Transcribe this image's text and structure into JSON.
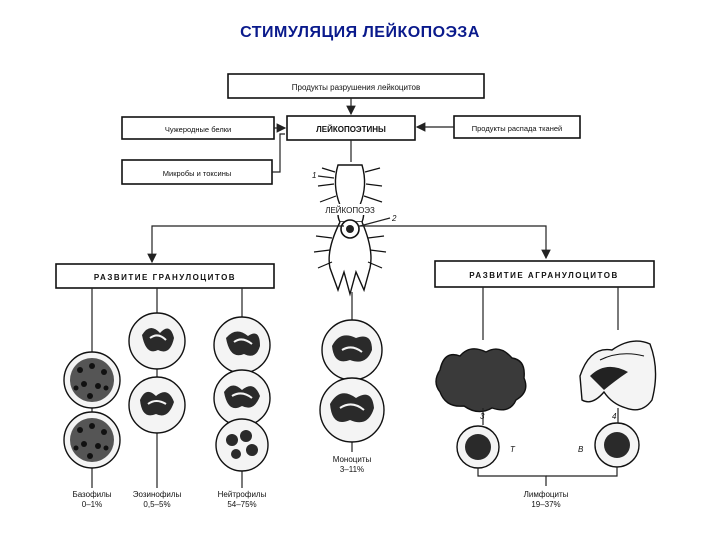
{
  "title": "СТИМУЛЯЦИЯ ЛЕЙКОПОЭЗА",
  "boxes": {
    "destruction": "Продукты разрушения лейкоцитов",
    "foreign_proteins": "Чужеродные белки",
    "leukopoietins": "ЛЕЙКОПОЭТИНЫ",
    "tissue_decay": "Продукты распада тканей",
    "microbes": "Микробы и токсины",
    "granulocytes": "РАЗВИТИЕ ГРАНУЛОЦИТОВ",
    "agranulocytes": "РАЗВИТИЕ АГРАНУЛОЦИТОВ"
  },
  "marrow": {
    "label": "ЛЕЙКОПОЭЗ",
    "num1": "1",
    "num2": "2"
  },
  "cells": {
    "basophils": {
      "name": "Базофилы",
      "range": "0–1%"
    },
    "eosinophils": {
      "name": "Эозинофилы",
      "range": "0,5–5%"
    },
    "neutrophils": {
      "name": "Нейтрофилы",
      "range": "54–75%"
    },
    "monocytes": {
      "name": "Моноциты",
      "range": "3–11%"
    },
    "lymphocytes": {
      "name": "Лимфоциты",
      "range": "19–37%"
    }
  },
  "markers": {
    "m3": "3",
    "mT": "T",
    "mB": "B",
    "m4": "4"
  },
  "colors": {
    "title": "#0a1a8c",
    "ink": "#111111",
    "cell_fill": "#f4f4f4",
    "nucleus": "#2a2a2a"
  }
}
